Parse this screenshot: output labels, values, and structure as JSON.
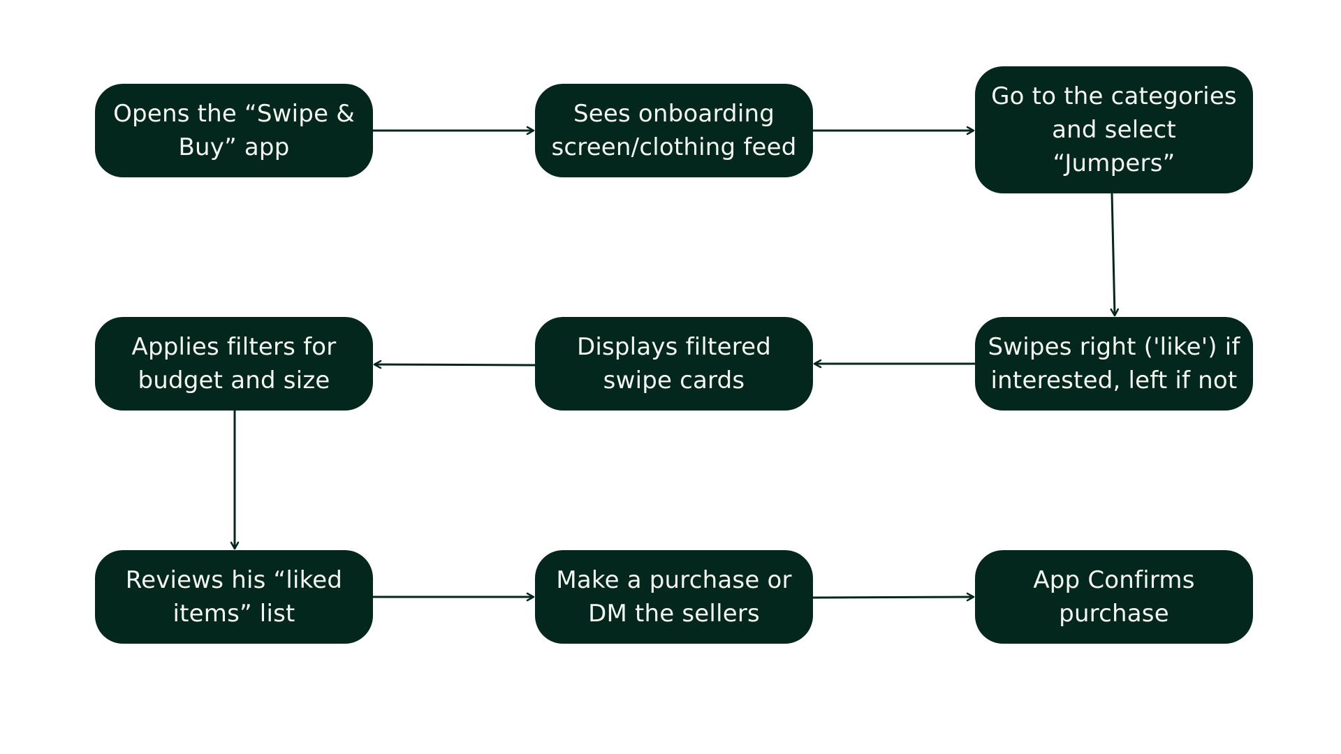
{
  "colors": {
    "node_fill": "#03271c",
    "node_text": "#f4f6f2",
    "arrow": "#03271c",
    "background": "#ffffff"
  },
  "steps": [
    {
      "id": "open-app",
      "label": "Opens the “Swipe &\nBuy” app"
    },
    {
      "id": "onboarding",
      "label": "Sees onboarding\nscreen/clothing feed"
    },
    {
      "id": "categories",
      "label": "Go to the categories\nand select\n“Jumpers”"
    },
    {
      "id": "swipe",
      "label": "Swipes right ('like') if\ninterested, left if not"
    },
    {
      "id": "filtered-cards",
      "label": "Displays filtered\nswipe cards"
    },
    {
      "id": "filters",
      "label": "Applies filters for\nbudget and size"
    },
    {
      "id": "liked-list",
      "label": "Reviews his “liked\nitems” list"
    },
    {
      "id": "purchase",
      "label": "Make a purchase or\nDM the sellers"
    },
    {
      "id": "confirm",
      "label": "App Confirms\npurchase"
    }
  ],
  "connections": [
    {
      "from": "open-app",
      "to": "onboarding"
    },
    {
      "from": "onboarding",
      "to": "categories"
    },
    {
      "from": "categories",
      "to": "swipe"
    },
    {
      "from": "swipe",
      "to": "filtered-cards"
    },
    {
      "from": "filtered-cards",
      "to": "filters"
    },
    {
      "from": "filters",
      "to": "liked-list"
    },
    {
      "from": "liked-list",
      "to": "purchase"
    },
    {
      "from": "purchase",
      "to": "confirm"
    }
  ]
}
